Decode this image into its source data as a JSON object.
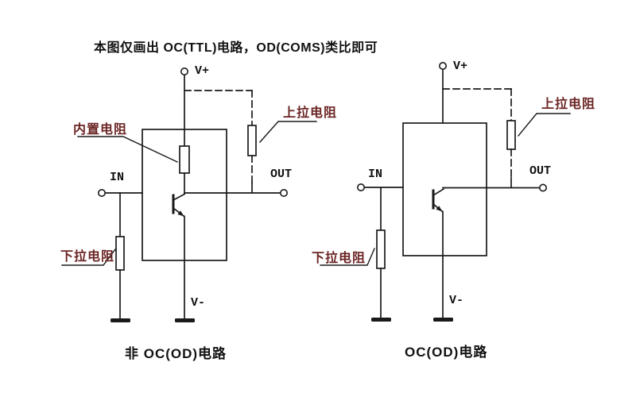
{
  "title": "本图仅画出 OC(TTL)电路，OD(COMS)类比即可",
  "colors": {
    "background": "#ffffff",
    "line": "#1a1a1a",
    "component_label": "#6b2424",
    "text": "#111111"
  },
  "left_circuit": {
    "caption": "非 OC(OD)电路",
    "v_plus": "V+",
    "v_minus": "V-",
    "in_label": "IN",
    "out_label": "OUT",
    "builtin_resistor_label": "内置电阻",
    "pullup_resistor_label": "上拉电阻",
    "pulldown_resistor_label": "下拉电阻"
  },
  "right_circuit": {
    "caption": "OC(OD)电路",
    "v_plus": "V+",
    "v_minus": "V-",
    "in_label": "IN",
    "out_label": "OUT",
    "pullup_resistor_label": "上拉电阻",
    "pulldown_resistor_label": "下拉电阻"
  }
}
